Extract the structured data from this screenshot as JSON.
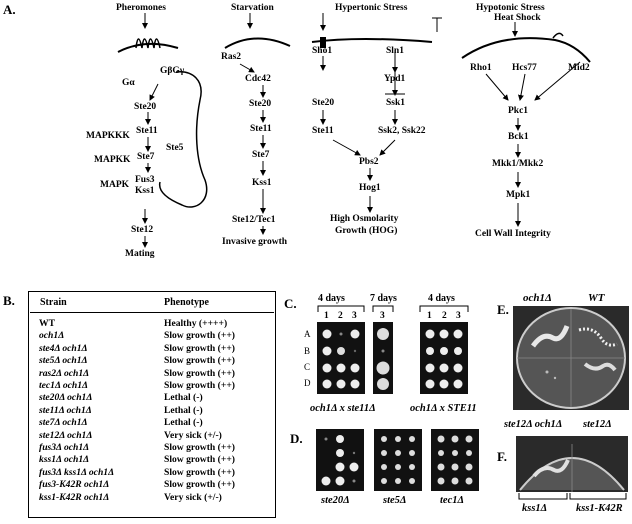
{
  "panel_a": {
    "letter": "A.",
    "columns": [
      {
        "title": "Pheromones",
        "levels": [
          "MAPKKK",
          "MAPKK",
          "MAPK"
        ],
        "labels": {
          "ga": "Gα",
          "gbg": "GβGγ",
          "ste20": "Ste20",
          "ste11": "Ste11",
          "ste7": "Ste7",
          "ste5": "Ste5",
          "fus3": "Fus3",
          "kss1": "Kss1",
          "ste12": "Ste12",
          "out": "Mating"
        }
      },
      {
        "title": "Starvation",
        "labels": {
          "ras2": "Ras2",
          "cdc42": "Cdc42",
          "ste20": "Ste20",
          "ste11": "Ste11",
          "ste7": "Ste7",
          "kss1": "Kss1",
          "tf": "Ste12/Tec1",
          "out": "Invasive growth"
        }
      },
      {
        "title": "Hypertonic Stress",
        "labels": {
          "sho1": "Sho1",
          "sln1": "Sln1",
          "ypd1": "Ypd1",
          "ssk1": "Ssk1",
          "ste20": "Ste20",
          "ste11": "Ste11",
          "ssk2": "Ssk2, Ssk22",
          "pbs2": "Pbs2",
          "hog1": "Hog1",
          "out1": "High Osmolarity",
          "out2": "Growth (HOG)"
        }
      },
      {
        "title1": "Hypotonic Stress",
        "title2": "Heat Shock",
        "labels": {
          "rho1": "Rho1",
          "hcs77": "Hcs77",
          "mid2": "Mid2",
          "pkc1": "Pkc1",
          "bck1": "Bck1",
          "mkk": "Mkk1/Mkk2",
          "mpk1": "Mpk1",
          "out": "Cell Wall Integrity"
        }
      }
    ]
  },
  "panel_b": {
    "letter": "B.",
    "headers": [
      "Strain",
      "Phenotype"
    ],
    "rows": [
      [
        "WT",
        "Healthy (++++)"
      ],
      [
        "och1Δ",
        "Slow growth (++)"
      ],
      [
        "ste4Δ och1Δ",
        "Slow growth (++)"
      ],
      [
        "ste5Δ och1Δ",
        "Slow growth (++)"
      ],
      [
        "ras2Δ och1Δ",
        "Slow growth (++)"
      ],
      [
        "tec1Δ och1Δ",
        "Slow growth (++)"
      ],
      [
        "ste20Δ och1Δ",
        "Lethal (-)"
      ],
      [
        "ste11Δ och1Δ",
        "Lethal (-)"
      ],
      [
        "ste7Δ och1Δ",
        "Lethal (-)"
      ],
      [
        "ste12Δ och1Δ",
        "Very sick (+/-)"
      ],
      [
        "fus3Δ och1Δ",
        "Slow growth (++)"
      ],
      [
        "kss1Δ och1Δ",
        "Slow growth (++)"
      ],
      [
        "fus3Δ kss1Δ och1Δ",
        "Slow growth (++)"
      ],
      [
        "fus3-K42R och1Δ",
        "Slow growth (++)"
      ],
      [
        "kss1-K42R och1Δ",
        "Very sick (+/-)"
      ]
    ]
  },
  "panel_c": {
    "letter": "C.",
    "days_left": "4  days",
    "days_mid": "7 days",
    "days_right": "4  days",
    "cols_left": [
      "1",
      "2",
      "3"
    ],
    "col_mid": "3",
    "cols_right": [
      "1",
      "2",
      "3"
    ],
    "rows": [
      "A",
      "B",
      "C",
      "D"
    ],
    "caption_left": "och1Δ x ste11Δ",
    "caption_right": "och1Δ x STE11"
  },
  "panel_d": {
    "letter": "D.",
    "captions": [
      "ste20Δ",
      "ste5Δ",
      "tec1Δ"
    ]
  },
  "panel_e": {
    "letter": "E.",
    "top_left": "och1Δ",
    "top_right": "WT",
    "bottom_left": "ste12Δ och1Δ",
    "bottom_right": "ste12Δ"
  },
  "panel_f": {
    "letter": "F.",
    "left": "kss1Δ",
    "right": "kss1-K42R"
  }
}
